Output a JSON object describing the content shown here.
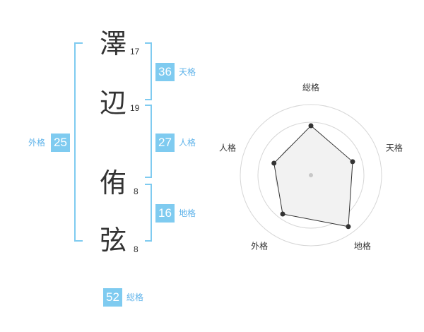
{
  "name_chars": [
    {
      "char": "澤",
      "strokes": "17"
    },
    {
      "char": "辺",
      "strokes": "19"
    },
    {
      "char": "侑",
      "strokes": "8"
    },
    {
      "char": "弦",
      "strokes": "8"
    }
  ],
  "fortunes": {
    "tenkaku": {
      "value": "36",
      "label": "天格"
    },
    "jinkaku": {
      "value": "27",
      "label": "人格"
    },
    "chikaku": {
      "value": "16",
      "label": "地格"
    },
    "gaikaku": {
      "value": "25",
      "label": "外格"
    },
    "soukaku": {
      "value": "52",
      "label": "総格"
    }
  },
  "colors": {
    "accent": "#7fcbf0",
    "bracket": "#5fb3ea",
    "label": "#5fb3ea",
    "char_text": "#333333"
  },
  "chart_data": {
    "type": "radar",
    "axes": [
      "総格",
      "天格",
      "地格",
      "外格",
      "人格"
    ],
    "values": [
      0.7,
      0.62,
      0.9,
      0.68,
      0.55
    ],
    "rings": 4
  }
}
